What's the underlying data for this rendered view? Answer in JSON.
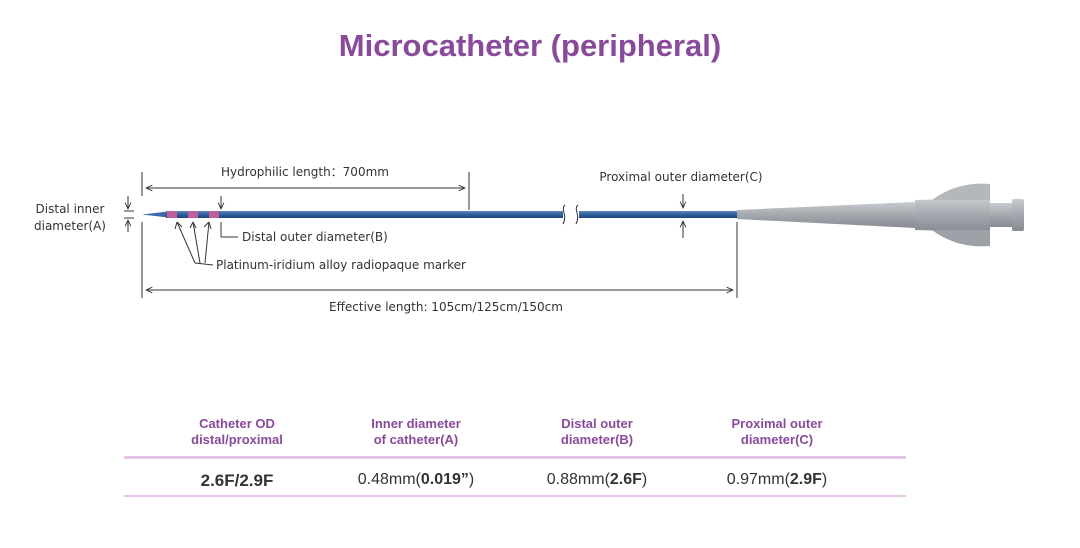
{
  "title": "Microcatheter (peripheral)",
  "labels": {
    "distal_inner_line1": "Distal inner",
    "distal_inner_line2": "diameter(A)",
    "hydrophilic": "Hydrophilic length：700mm",
    "proximal_outer": "Proximal outer diameter(C)",
    "distal_outer": "Distal outer diameter(B)",
    "marker": "Platinum-iridium alloy radiopaque marker",
    "effective": "Effective length: 105cm/125cm/150cm"
  },
  "table": {
    "headers": [
      {
        "line1": "Catheter OD",
        "line2": "distal/proximal"
      },
      {
        "line1": "Inner diameter",
        "line2": "of catheter(A)"
      },
      {
        "line1": "Distal outer",
        "line2": "diameter(B)"
      },
      {
        "line1": "Proximal outer",
        "line2": "diameter(C)"
      }
    ],
    "row": {
      "od": "2.6F/2.9F",
      "inner_mm": "0.48mm(",
      "inner_in": "0.019”",
      "inner_close": ")",
      "distal_mm": "0.88mm(",
      "distal_f": "2.6F",
      "distal_close": ")",
      "proximal_mm": "0.97mm(",
      "proximal_f": "2.9F",
      "proximal_close": ")"
    }
  },
  "colors": {
    "title": "#8a4a9c",
    "catheter": "#2f5f9e",
    "marker": "#c0609a",
    "hub": "#a9aeb4",
    "rule": "#e3c6e5"
  }
}
